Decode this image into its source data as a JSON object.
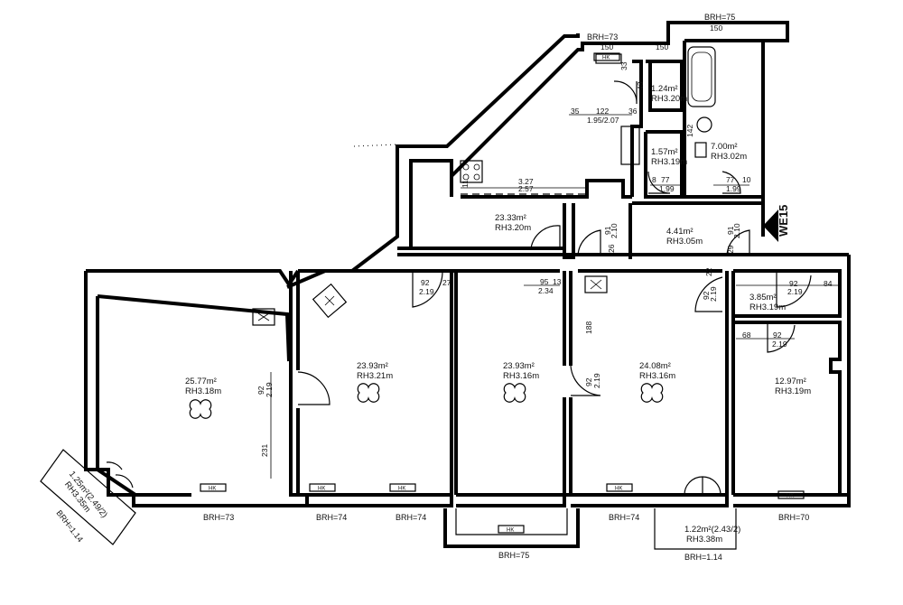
{
  "rooms": {
    "room_left": {
      "area": "25.77m²",
      "rh": "RH3.18m"
    },
    "room_2": {
      "area": "23.93m²",
      "rh": "RH3.21m"
    },
    "room_3": {
      "area": "23.93m²",
      "rh": "RH3.16m"
    },
    "room_4": {
      "area": "24.08m²",
      "rh": "RH3.16m"
    },
    "room_right": {
      "area": "12.97m²",
      "rh": "RH3.19m"
    },
    "hall": {
      "area": "23.33m²",
      "rh": "RH3.20m"
    },
    "entry": {
      "area": "4.41m²",
      "rh": "RH3.05m"
    },
    "small_top": {
      "area": "1.24m²",
      "rh": "RH3.20m"
    },
    "small_mid": {
      "area": "1.57m²",
      "rh": "RH3.19m"
    },
    "bath": {
      "area": "7.00m²",
      "rh": "RH3.02m"
    },
    "wc_right": {
      "area": "3.85m²",
      "rh": "RH3.19m"
    },
    "balcony_left": {
      "area": "1.25m²(2.49/2)",
      "rh": "RH3.35m"
    },
    "balcony_bottom": {
      "area": "1.22m²(2.43/2)",
      "rh": "RH3.38m"
    }
  },
  "brh": {
    "top_kitchen": "BRH=73",
    "top_bath": "BRH=75",
    "bottom_left": "BRH=73",
    "bottom_2a": "BRH=74",
    "bottom_2b": "BRH=74",
    "bottom_3": "BRH=75",
    "bottom_4": "BRH=74",
    "bottom_balcony": "BRH=1.14",
    "bottom_right": "BRH=70",
    "left_balcony": "BRH=1.14"
  },
  "unit_label": "WE15",
  "heater_label": "HK",
  "dims": {
    "k_150": "150",
    "k_150b": "150",
    "bath_150": "150",
    "k_33": "33",
    "k_43": "43",
    "k_35": "35",
    "k_122": "122",
    "k_36": "36",
    "k_195": "1.95/2.07",
    "k_327": "3.27",
    "k_257": "2.57",
    "k_11": "11",
    "m_8": "8",
    "m_77": "77",
    "m_199": "1.99",
    "b_77": "77",
    "b_10": "10",
    "b_199": "1.99",
    "b_142": "142",
    "h_91": "91",
    "h_210": "2.10",
    "h_26": "26",
    "e_91": "91",
    "e_210": "2.10",
    "e_29": "29",
    "r2_92": "92",
    "r2_219": "2.19",
    "r2_27": "27",
    "r3_95": "95",
    "r3_13": "13",
    "r3_234": "2.34",
    "r4_92": "92",
    "r4_219": "2.19",
    "r4_22": "22",
    "r4_188": "188",
    "r4_92b": "92",
    "r4_219b": "2.19",
    "w_92": "92",
    "w_219": "2.19",
    "w_84": "84",
    "rr_68": "68",
    "rr_92": "92",
    "rr_219": "2.19",
    "l_92": "92",
    "l_219": "2.19",
    "l_231": "231"
  }
}
